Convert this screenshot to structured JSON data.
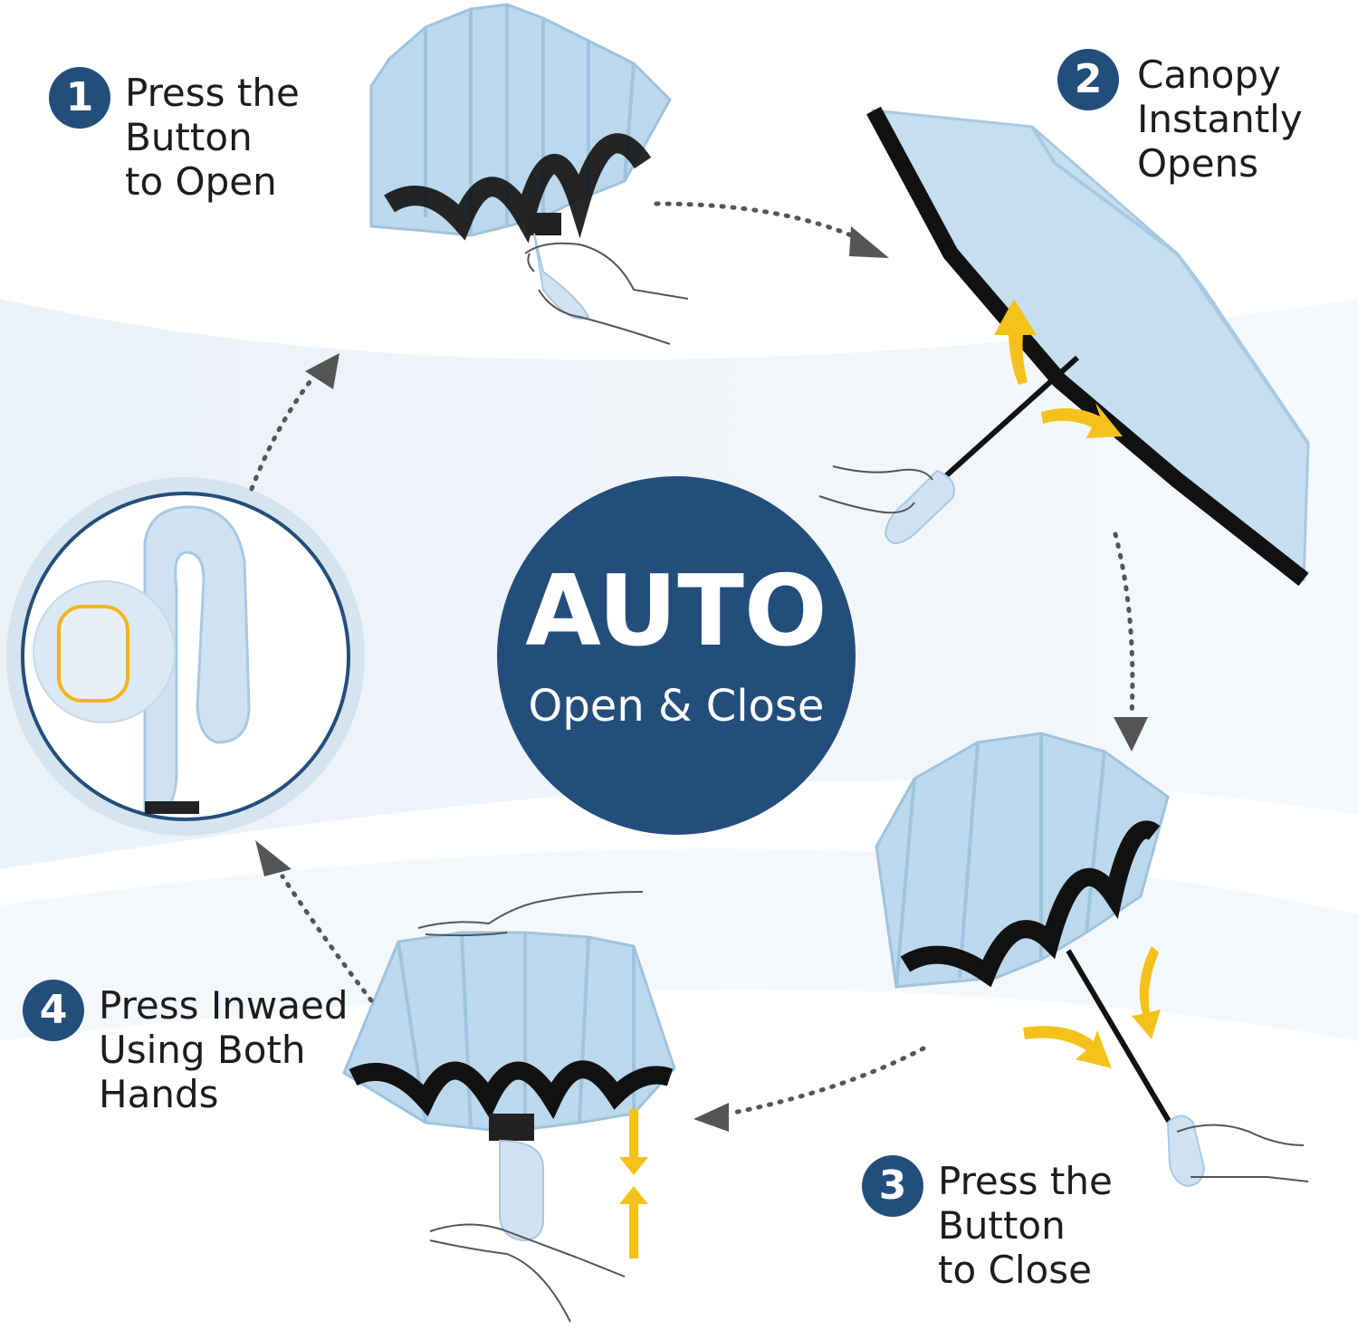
{
  "center": {
    "title": "AUTO",
    "subtitle": "Open & Close"
  },
  "steps": [
    {
      "number": "1",
      "text": "Press the\nButton\nto Open"
    },
    {
      "number": "2",
      "text": "Canopy\nInstantly\nOpens"
    },
    {
      "number": "3",
      "text": "Press the\nButton\nto Close"
    },
    {
      "number": "4",
      "text": "Press Inwaed\nUsing Both\nHands"
    }
  ],
  "colors": {
    "navy": "#234e7c",
    "canopy": "#bcd8ec",
    "canopy_dark": "#9fc3de",
    "arrow_yellow": "#f5c21b",
    "arrow_gray": "#555555"
  },
  "icons": [
    "closed-umbrella-icon",
    "open-umbrella-icon",
    "handle-closeup-icon",
    "hand-icon",
    "motion-arrow-icon"
  ]
}
